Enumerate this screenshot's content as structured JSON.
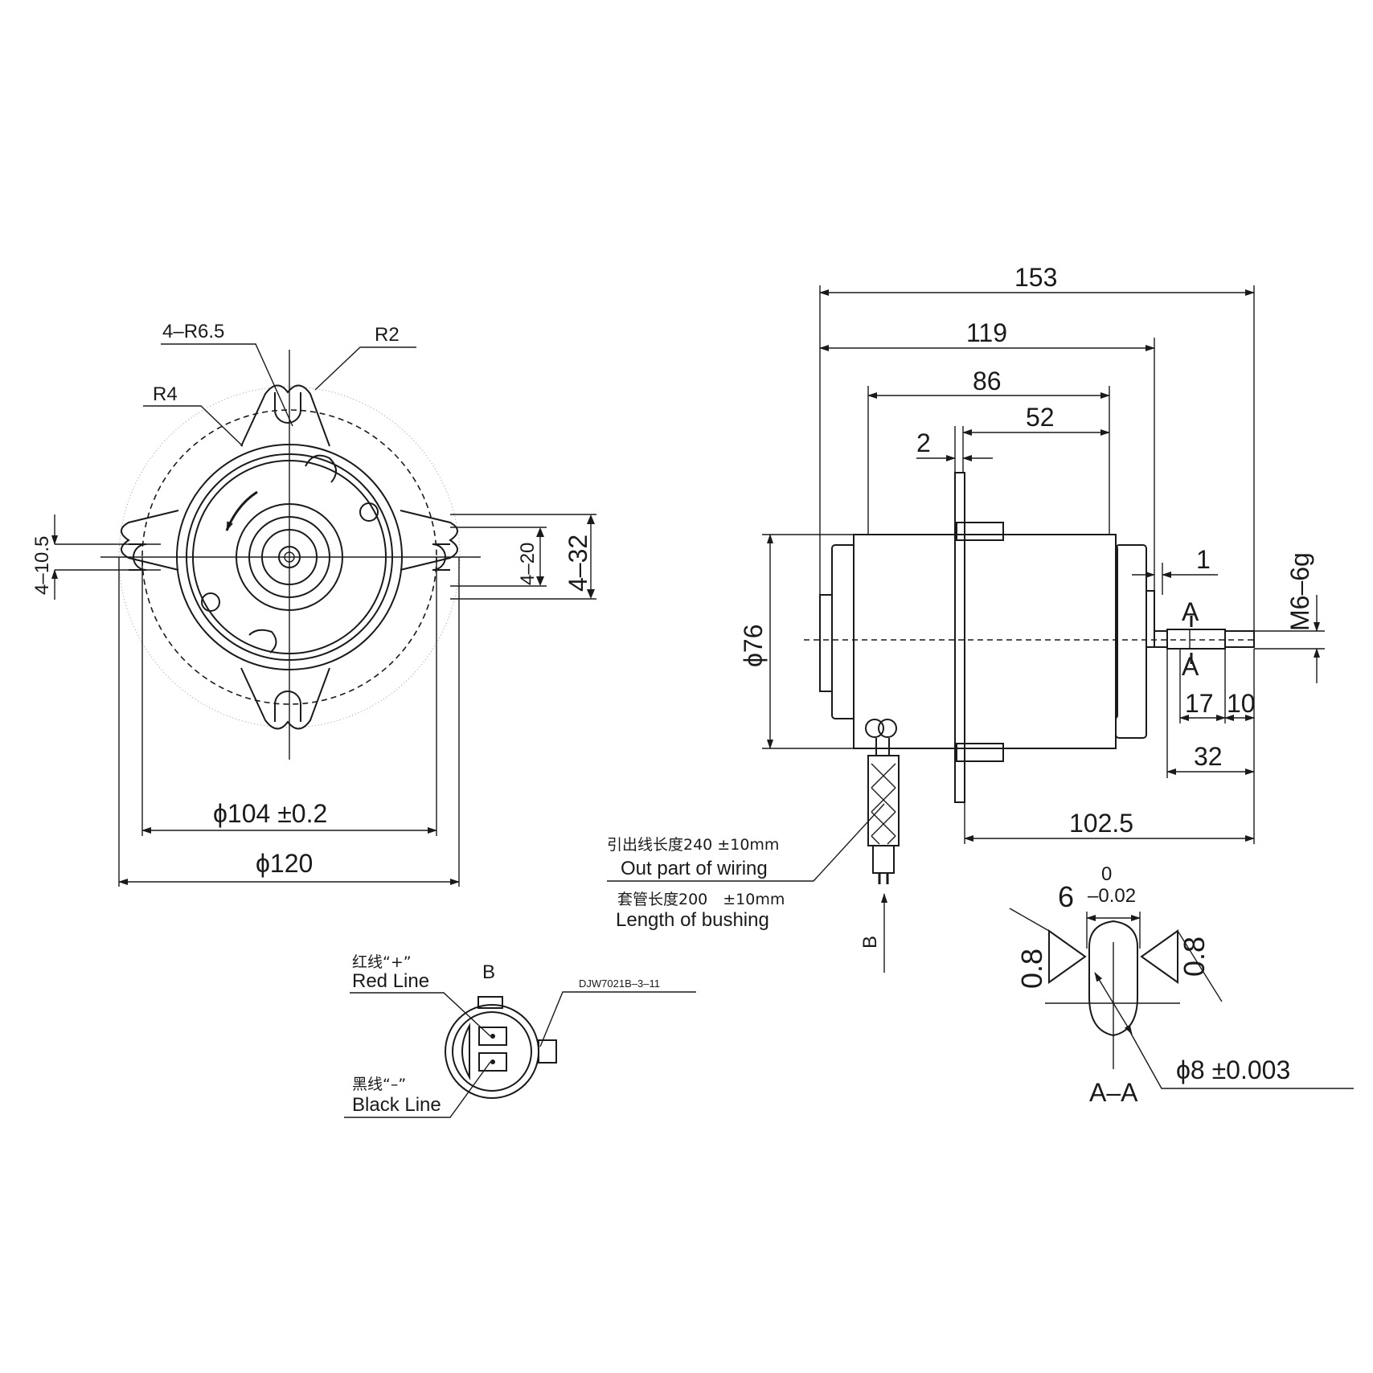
{
  "front_view": {
    "labels": {
      "radius_slots": "4–R6.5",
      "radius_r2": "R2",
      "radius_r4": "R4",
      "slot_height": "4–10.5",
      "slot_spacing_20": "4–20",
      "slot_spacing_32": "4–32",
      "dia_104": "ϕ104  ±0.2",
      "dia_120": "ϕ120"
    }
  },
  "side_view": {
    "labels": {
      "len_153": "153",
      "len_119": "119",
      "len_86": "86",
      "len_52": "52",
      "len_2": "2",
      "len_1": "1",
      "dia_76": "ϕ76",
      "thread": "M6–6g",
      "section_mark": "A",
      "len_17": "17",
      "len_10": "10",
      "len_32": "32",
      "len_102_5": "102.5",
      "view_b": "B"
    },
    "wiring": {
      "lead_cn": "引出线长度240 ±10mm",
      "lead_en": "Out part of wiring",
      "bushing_cn": "套管长度200　±10mm",
      "bushing_en": "Length of bushing"
    }
  },
  "connector": {
    "title": "B",
    "red_cn": "红线“+”",
    "red_en": "Red Line",
    "black_cn": "黑线“–”",
    "black_en": "Black Line",
    "part_no": "DJW7021B–3–11"
  },
  "section_aa": {
    "width": "6",
    "tol_upper": "0",
    "tol_lower": "–0.02",
    "rough_left": "0.8",
    "rough_right": "0.8",
    "dia": "ϕ8  ±0.003",
    "title": "A–A"
  }
}
